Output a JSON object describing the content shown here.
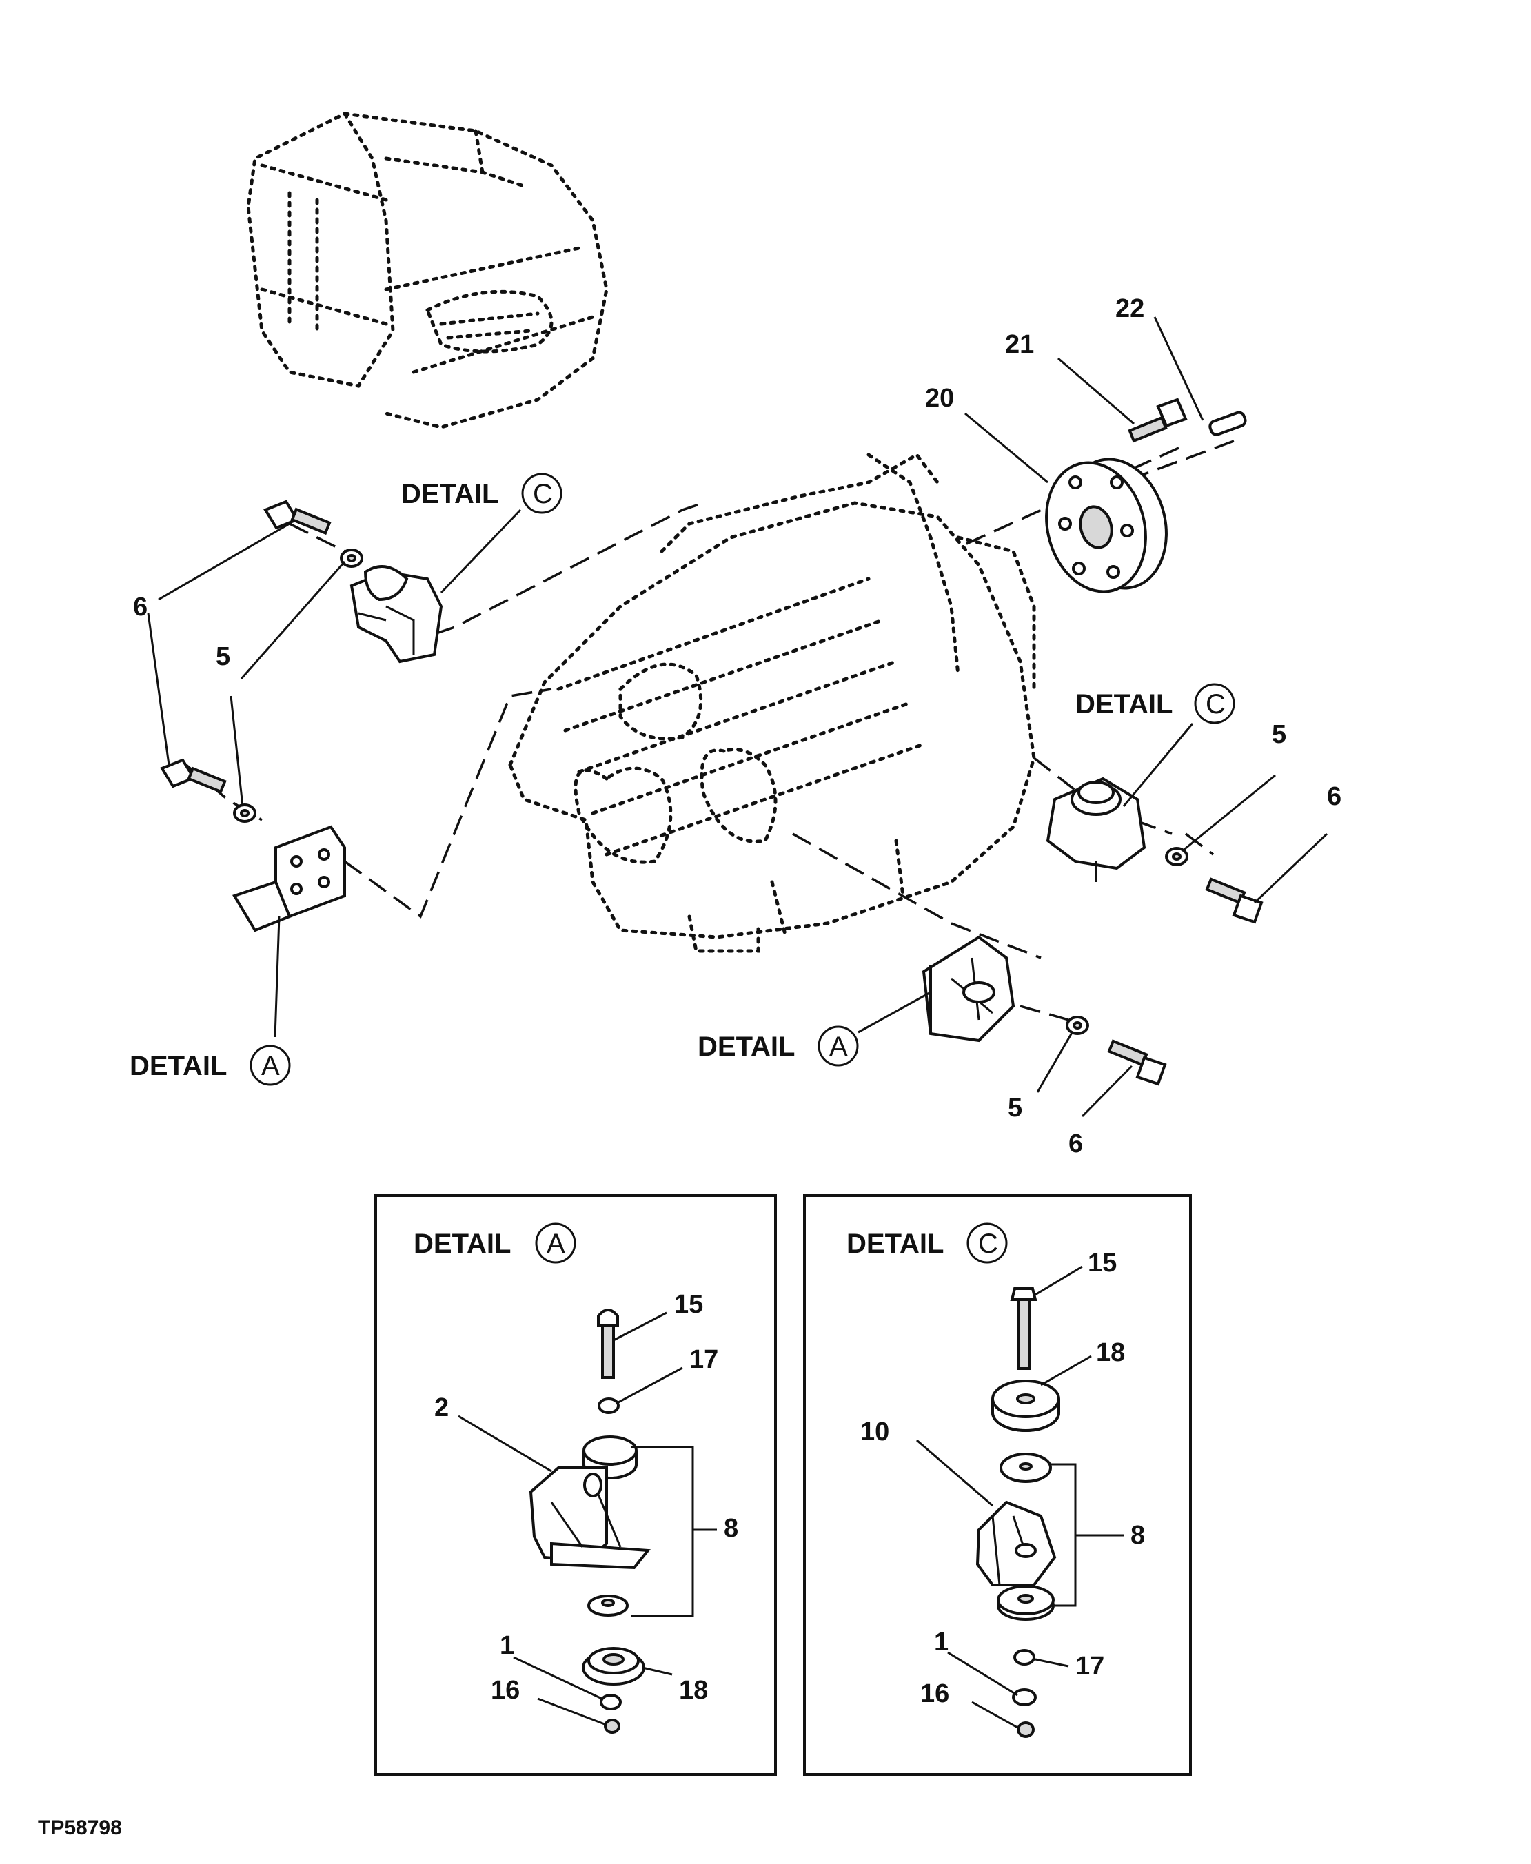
{
  "figure_id": "TP58798",
  "detail_labels": {
    "detail": "DETAIL",
    "a": "A",
    "c": "C"
  },
  "callouts": {
    "main": [
      "22",
      "21",
      "20",
      "6",
      "5",
      "5",
      "6",
      "5",
      "6"
    ],
    "detail_a": [
      "15",
      "17",
      "2",
      "8",
      "1",
      "16",
      "18"
    ],
    "detail_c": [
      "15",
      "18",
      "10",
      "8",
      "1",
      "17",
      "16"
    ]
  }
}
